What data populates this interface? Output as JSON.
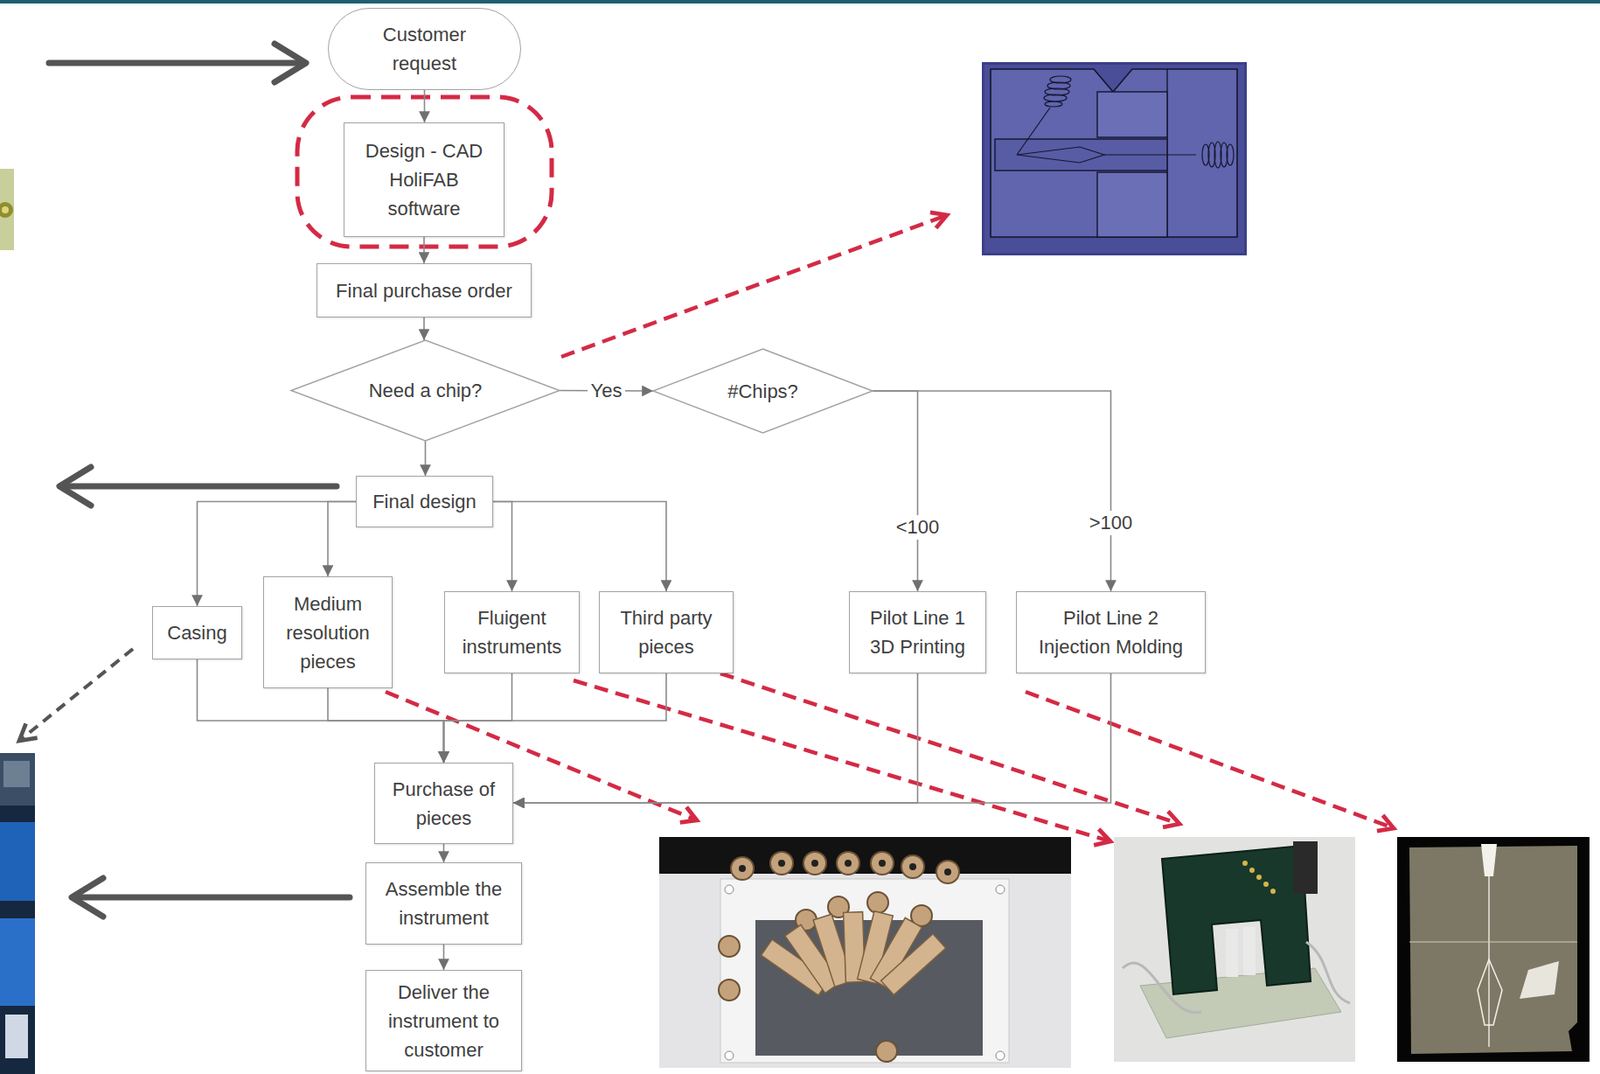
{
  "diagram": {
    "nodes": [
      {
        "text": [
          "Customer request"
        ]
      },
      {
        "text": [
          "Design - CAD HoliFAB software"
        ]
      },
      {
        "text": [
          "Final purchase order"
        ]
      },
      {
        "text": [
          "Need a chip?"
        ]
      },
      {
        "text": [
          "#Chips?"
        ]
      },
      {
        "text": [
          "Final design"
        ]
      },
      {
        "text": [
          "Casing"
        ]
      },
      {
        "text": [
          "Medium resolution pieces"
        ]
      },
      {
        "text": [
          "Fluigent instruments"
        ]
      },
      {
        "text": [
          "Third party pieces"
        ]
      },
      {
        "text": [
          "Pilot Line 1 3D Printing"
        ]
      },
      {
        "text": [
          "Pilot Line 2 Injection Molding"
        ]
      },
      {
        "text": [
          "Purchase of pieces"
        ]
      },
      {
        "text": [
          "Assemble the instrument"
        ]
      },
      {
        "text": [
          "Deliver the instrument to customer"
        ]
      }
    ],
    "edges": [
      {
        "from": 0,
        "to": 1,
        "arrow": "to"
      },
      {
        "from": 1,
        "to": 2,
        "arrow": "to"
      },
      {
        "from": 2,
        "to": 3,
        "arrow": "to"
      },
      {
        "from": 3,
        "to": 4,
        "label": "Yes",
        "arrow": "to"
      },
      {
        "from": 3,
        "to": 5,
        "arrow": "to"
      },
      {
        "from": 4,
        "to": 10,
        "label": "<100",
        "arrow": "to"
      },
      {
        "from": 4,
        "to": 11,
        "label": ">100",
        "arrow": "to"
      },
      {
        "from": 5,
        "to": 6,
        "arrow": "to"
      },
      {
        "from": 5,
        "to": 7,
        "arrow": "to"
      },
      {
        "from": 5,
        "to": 8,
        "arrow": "to"
      },
      {
        "from": 5,
        "to": 9,
        "arrow": "to"
      },
      {
        "from": 6,
        "to": 12,
        "arrow": "to"
      },
      {
        "from": 7,
        "to": 12,
        "arrow": "to"
      },
      {
        "from": 8,
        "to": 12,
        "arrow": "to"
      },
      {
        "from": 9,
        "to": 12,
        "arrow": "to"
      },
      {
        "from": 10,
        "to": 12,
        "arrow": "to"
      },
      {
        "from": 11,
        "to": 12,
        "arrow": "to"
      },
      {
        "from": 12,
        "to": 13,
        "arrow": "to"
      },
      {
        "from": 13,
        "to": 14,
        "arrow": "to"
      }
    ]
  }
}
